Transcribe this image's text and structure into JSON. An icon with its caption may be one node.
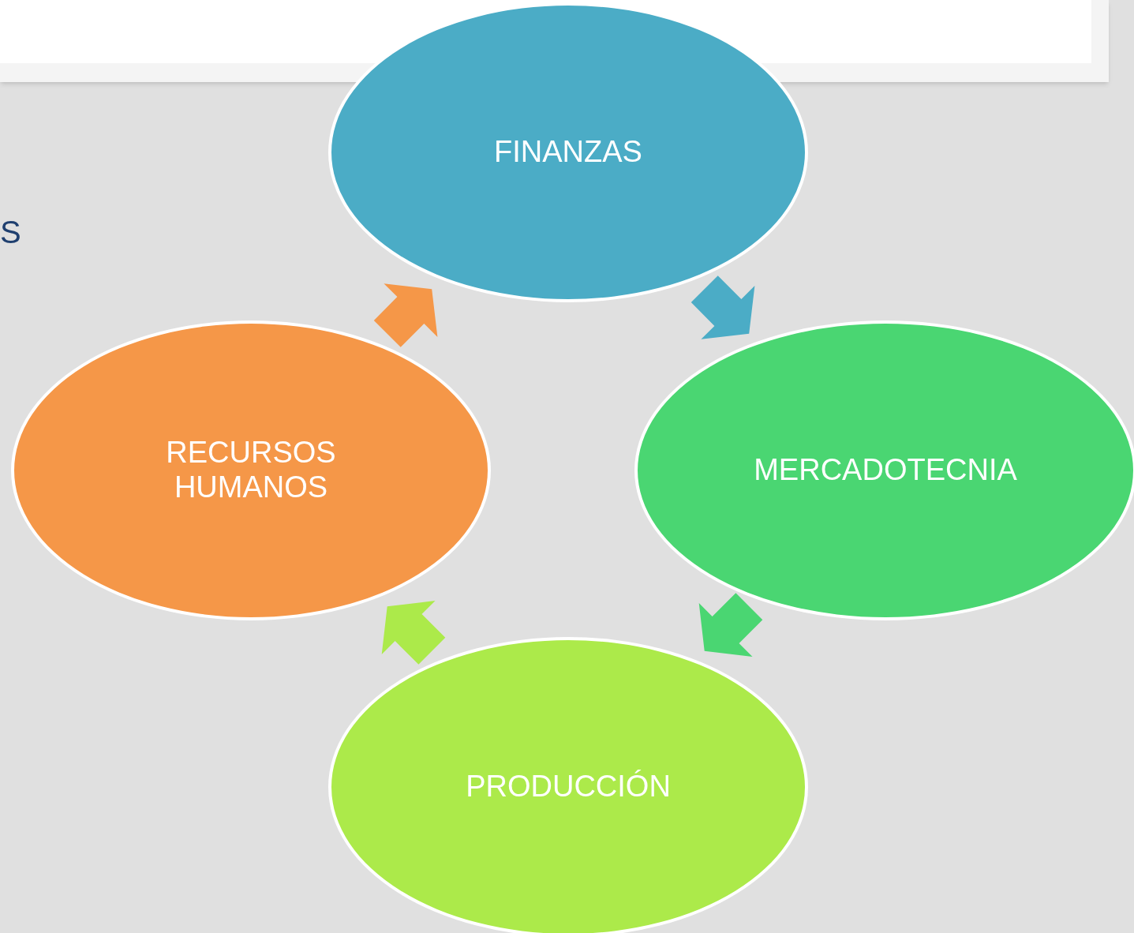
{
  "diagram": {
    "nodes": [
      {
        "text": [
          "FINANZAS"
        ]
      },
      {
        "text": [
          "MERCADOTECNIA"
        ]
      },
      {
        "text": [
          "PRODUCCIÓN"
        ]
      },
      {
        "text": [
          "RECURSOS HUMANOS"
        ]
      }
    ],
    "edges": [
      {
        "from": 0,
        "to": 1,
        "arrow": "to",
        "color": "#4bacc6"
      },
      {
        "from": 1,
        "to": 2,
        "arrow": "to",
        "color": "#4ad672"
      },
      {
        "from": 2,
        "to": 3,
        "arrow": "to",
        "color": "#acea4a"
      },
      {
        "from": 3,
        "to": 0,
        "arrow": "to",
        "color": "#f59748"
      }
    ],
    "labels": [
      "S"
    ]
  }
}
